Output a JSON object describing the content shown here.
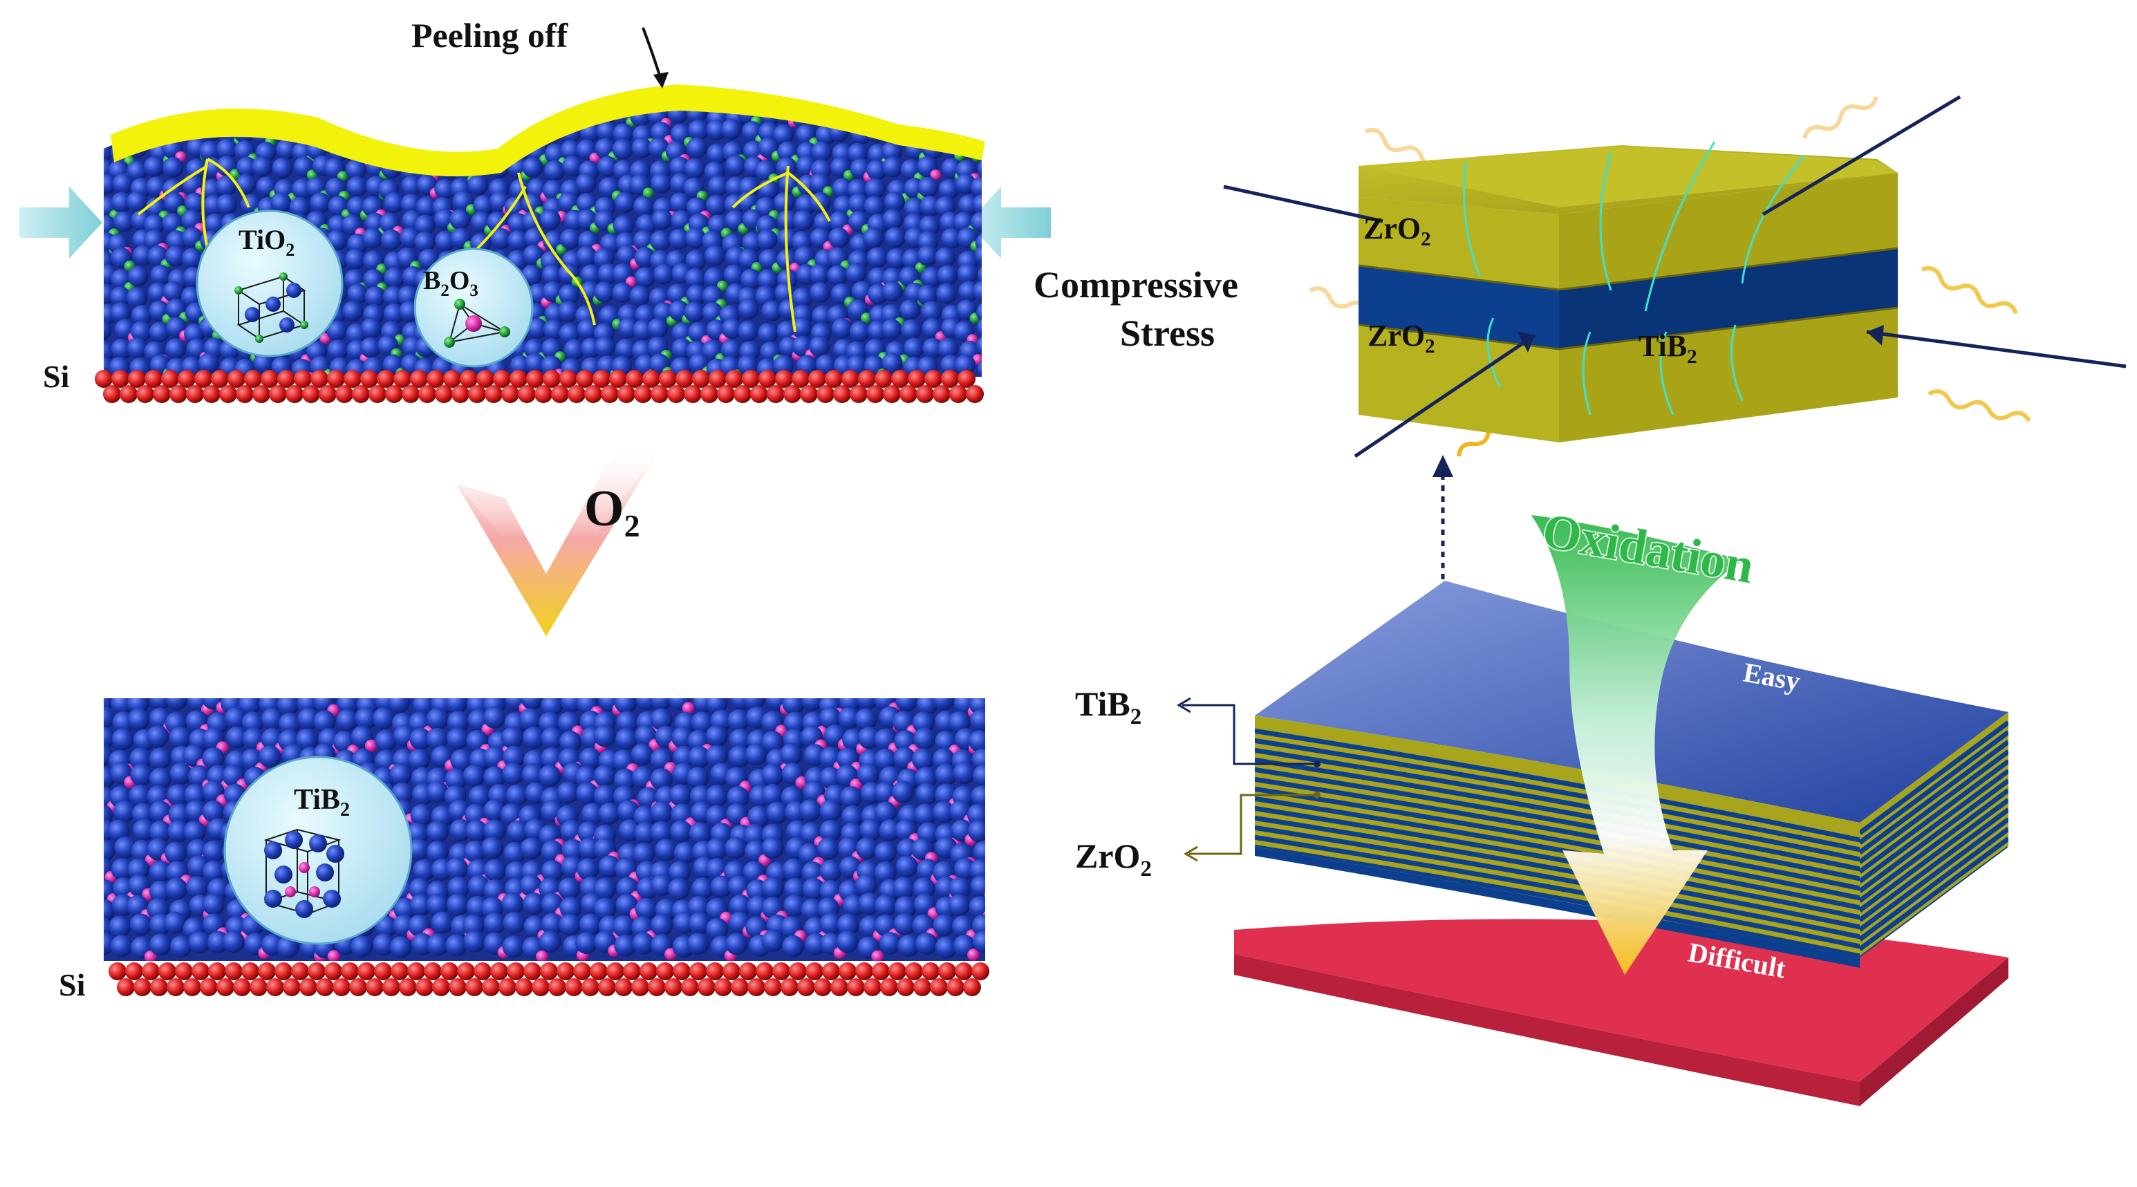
{
  "labels": {
    "peeling_off": "Peeling off",
    "si_top": "Si",
    "si_bottom": "Si",
    "tio2": {
      "base": "TiO",
      "sub": "2"
    },
    "b2o3": {
      "b": "B",
      "b_sub": "2",
      "o": "O",
      "o_sub": "3"
    },
    "o2": {
      "base": "O",
      "sub": "2"
    },
    "tib2_circle": {
      "base": "TiB",
      "sub": "2"
    },
    "compressive_line1": "Compressive",
    "compressive_line2": "Stress",
    "zro2_top": {
      "base": "ZrO",
      "sub": "2"
    },
    "zro2_bottom": {
      "base": "ZrO",
      "sub": "2"
    },
    "tib2_layer": {
      "base": "TiB",
      "sub": "2"
    },
    "oxidation": "Oxidation",
    "easy": "Easy",
    "difficult": "Difficult",
    "tib2_callout": {
      "base": "TiB",
      "sub": "2"
    },
    "zro2_callout": {
      "base": "ZrO",
      "sub": "2"
    }
  },
  "colors": {
    "ti_atom": "#1f3fb8",
    "b_atom": "#d62aa8",
    "o_atom": "#1f9a3a",
    "si_atom": "#d81818",
    "peel_layer": "#f2f20a",
    "zro2_layer": "#a8a41c",
    "tib2_layer": "#0d3f8f",
    "substrate": "#e0304f",
    "circle_fill": "#bfeaf5",
    "oxidation_text": "#2fb84a"
  }
}
